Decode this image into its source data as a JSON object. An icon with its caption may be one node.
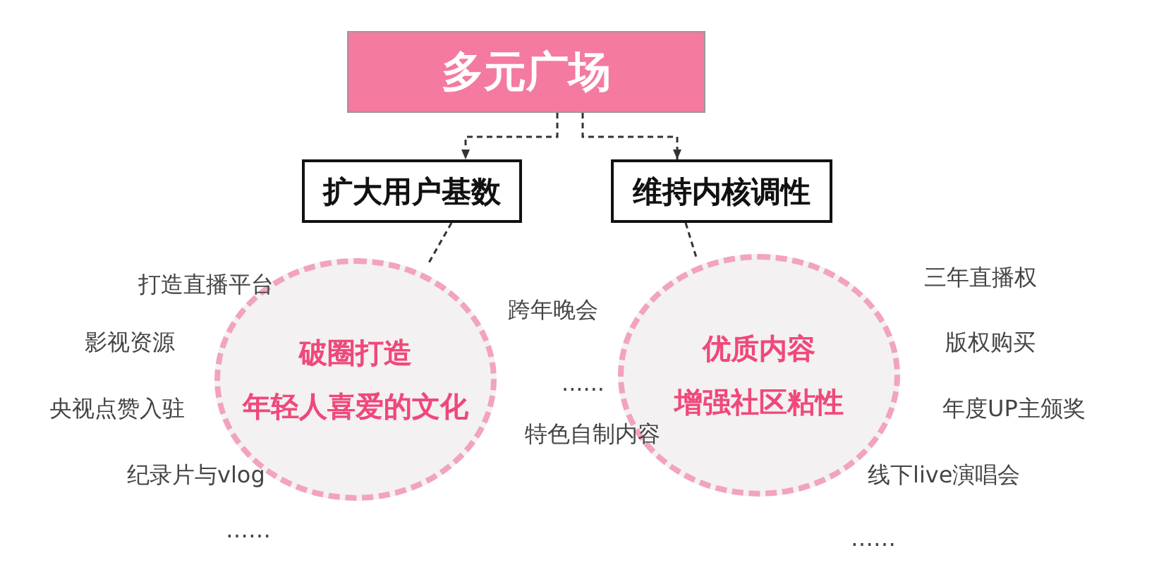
{
  "diagram": {
    "nodes": [
      {
        "text": [
          "多元广场"
        ]
      },
      {
        "text": [
          "扩大用户基数"
        ]
      },
      {
        "text": [
          "维持内核调性"
        ]
      },
      {
        "text": [
          "破圈打造",
          "年轻人喜爱的文化"
        ]
      },
      {
        "text": [
          "优质内容",
          "增强社区粘性"
        ]
      }
    ],
    "edges": [
      {
        "from": 0,
        "to": 1,
        "arrow": "to",
        "style": "dashed"
      },
      {
        "from": 0,
        "to": 2,
        "arrow": "to",
        "style": "dashed"
      },
      {
        "from": 1,
        "to": 3,
        "arrow": "none",
        "style": "dashed"
      },
      {
        "from": 2,
        "to": 4,
        "arrow": "none",
        "style": "dashed"
      }
    ],
    "labels": [
      "打造直播平台",
      "影视资源",
      "央视点赞入驻",
      "纪录片与vlog",
      "……",
      "跨年晚会",
      "......",
      "特色自制内容",
      "三年直播权",
      "版权购买",
      "年度UP主颁奖",
      "线下live演唱会",
      "……"
    ]
  }
}
